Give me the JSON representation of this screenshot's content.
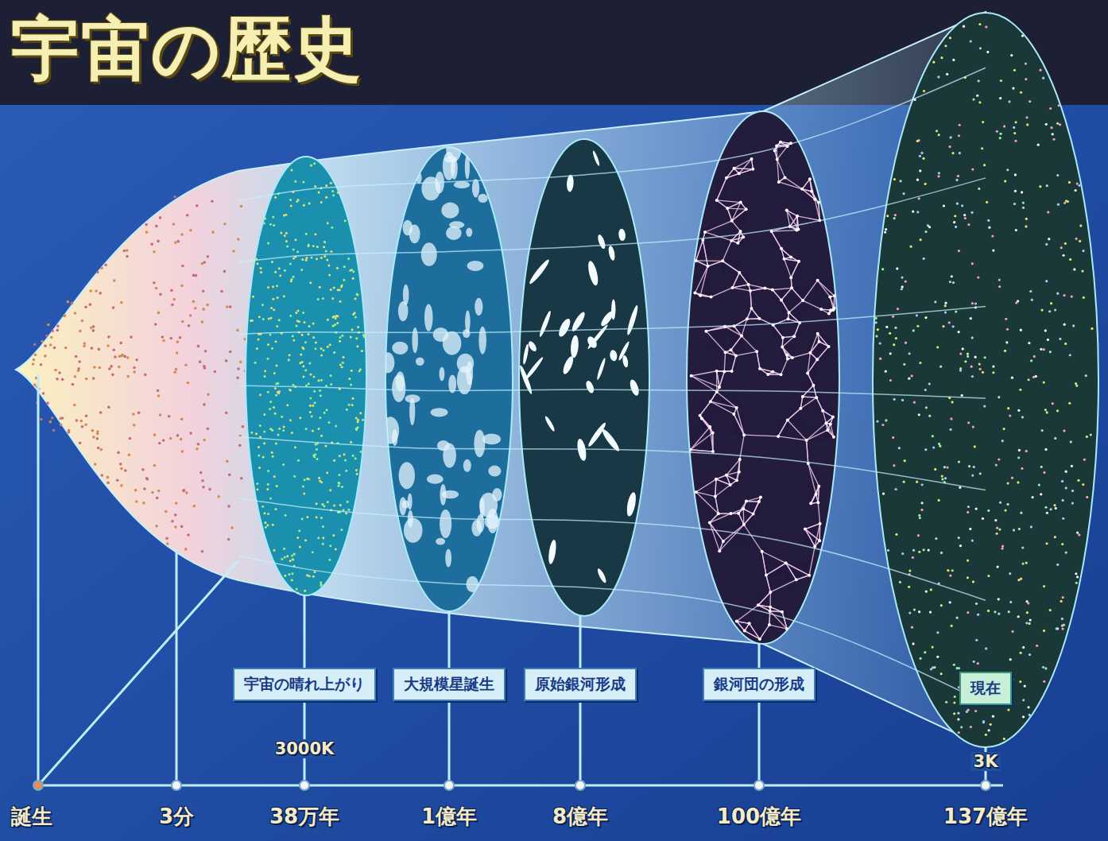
{
  "diagram": {
    "title": "宇宙の歴史",
    "nodes": [
      {
        "text": [
          "宇宙の晴れ上がり"
        ]
      },
      {
        "text": [
          "大規模星誕生"
        ]
      },
      {
        "text": [
          "原始銀河形成"
        ]
      },
      {
        "text": [
          "銀河団の形成"
        ]
      },
      {
        "text": [
          "現在"
        ]
      }
    ],
    "labels": [
      "3000K",
      "3K",
      "誕生",
      "3分",
      "38万年",
      "1億年",
      "8億年",
      "100億年",
      "137億年"
    ]
  }
}
